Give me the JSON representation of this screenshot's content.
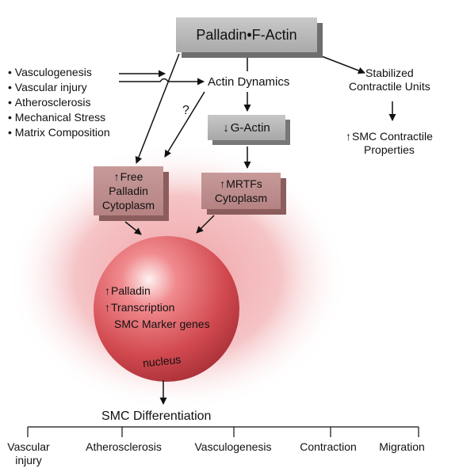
{
  "nodes": {
    "palladin_factin": "Palladin•F-Actin",
    "actin_dynamics": "Actin Dynamics",
    "g_actin": "G-Actin",
    "stabilized_units": [
      "Stabilized",
      "Contractile Units"
    ],
    "smc_contractile_props": [
      "SMC Contractile",
      "Properties"
    ],
    "free_palladin": [
      "Free",
      "Palladin",
      "Cytoplasm"
    ],
    "mrtfs": [
      "MRTFs",
      "Cytoplasm"
    ],
    "question_mark": "?",
    "nucleus_lines": [
      "Palladin",
      "Transcription",
      "SMC Marker genes"
    ],
    "nucleus_label": "nucleus",
    "smc_differentiation": "SMC Differentiation"
  },
  "stimuli": [
    "Vasculogenesis",
    "Vascular injury",
    "Atherosclerosis",
    "Mechanical Stress",
    "Matrix Composition"
  ],
  "outcomes": [
    [
      "Vascular",
      "injury"
    ],
    [
      "Atherosclerosis"
    ],
    [
      "Vasculogenesis"
    ],
    [
      "Contraction"
    ],
    [
      "Migration"
    ]
  ],
  "colors": {
    "gray_box": "#b8b8b8",
    "rose_box": "#bf8f8f",
    "nucleus": "#d9545a",
    "cell_glow": "#f2b8ba"
  }
}
